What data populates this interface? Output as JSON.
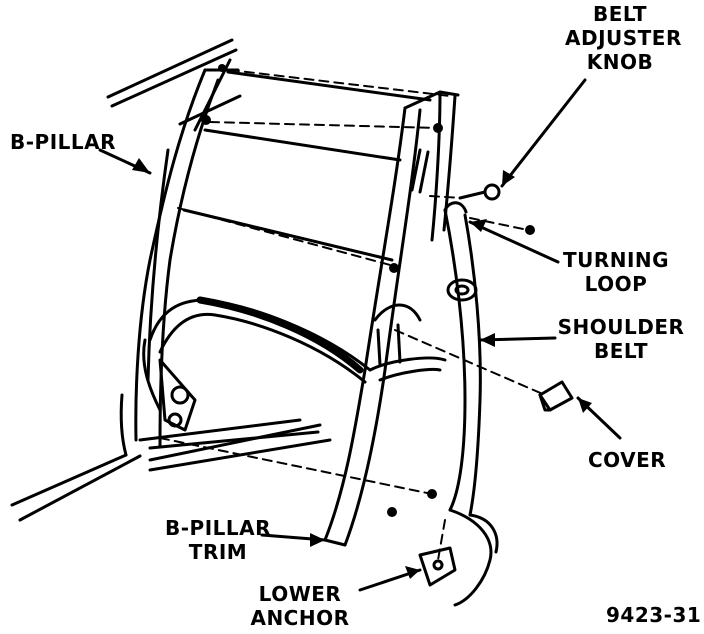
{
  "labels": {
    "belt_adjuster_knob": [
      "BELT",
      "ADJUSTER",
      "KNOB"
    ],
    "b_pillar": "B-PILLAR",
    "turning_loop": [
      "TURNING",
      "LOOP"
    ],
    "shoulder_belt": [
      "SHOULDER",
      "BELT"
    ],
    "cover": "COVER",
    "b_pillar_trim": [
      "B-PILLAR",
      "TRIM"
    ],
    "lower_anchor": [
      "LOWER",
      "ANCHOR"
    ],
    "figure_number": "9423-31"
  },
  "colors": {
    "ink": "#000000",
    "paper": "#ffffff"
  }
}
